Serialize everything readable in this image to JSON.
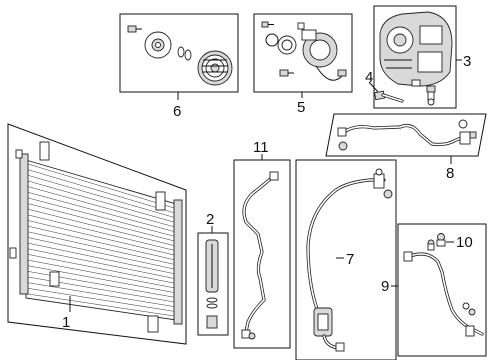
{
  "callouts": {
    "c1": "1",
    "c2": "2",
    "c3": "3",
    "c4": "4",
    "c5": "5",
    "c6": "6",
    "c7": "7",
    "c8": "8",
    "c9": "9",
    "c10": "10",
    "c11": "11"
  },
  "colors": {
    "line": "#111111",
    "fill": "#ffffff",
    "shade": "#d9d9d9"
  }
}
